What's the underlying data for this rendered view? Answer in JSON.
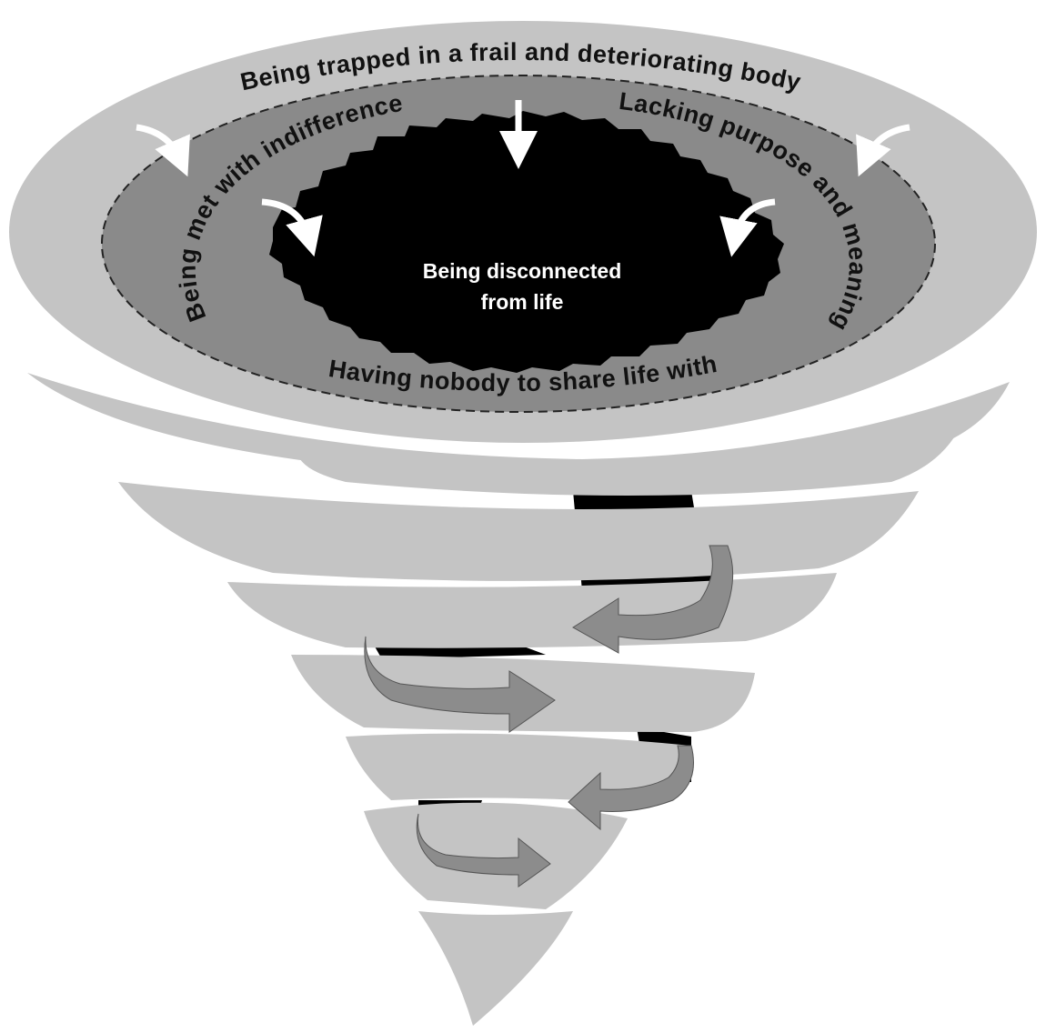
{
  "diagram": {
    "outer_ring_label": "Being trapped in a frail and deteriorating body",
    "middle_ring_labels": {
      "left": "Being met with indifference",
      "right": "Lacking purpose and meaning",
      "bottom": "Having nobody to share life with"
    },
    "center_label": {
      "line1": "Being disconnected",
      "line2": "from life"
    },
    "colors": {
      "outer_ring": "#c4c4c4",
      "middle_ring": "#8a8a8a",
      "center": "#000000",
      "arrow_fill": "#8c8c8c",
      "white_arrow": "#ffffff"
    },
    "icons": [
      "curved-arrow-icon",
      "spiral-arrow-icon"
    ]
  }
}
